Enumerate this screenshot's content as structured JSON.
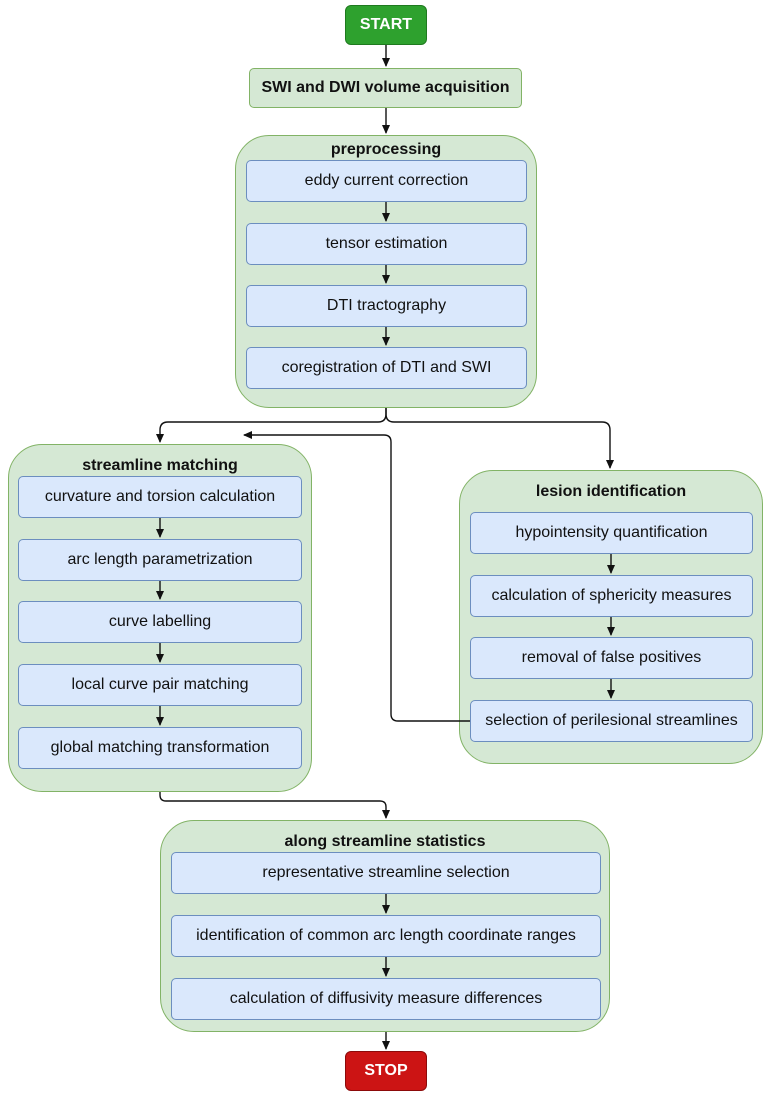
{
  "start_label": "START",
  "acquisition_label": "SWI and DWI volume acquisition",
  "preprocessing": {
    "title": "preprocessing",
    "steps": [
      "eddy current correction",
      "tensor estimation",
      "DTI tractography",
      "coregistration of DTI and SWI"
    ]
  },
  "streamline_matching": {
    "title": "streamline matching",
    "steps": [
      "curvature and torsion calculation",
      "arc length parametrization",
      "curve labelling",
      "local curve pair matching",
      "global matching transformation"
    ]
  },
  "lesion_identification": {
    "title": "lesion identification",
    "steps": [
      "hypointensity quantification",
      "calculation of sphericity measures",
      "removal of false positives",
      "selection of perilesional streamlines"
    ]
  },
  "statistics": {
    "title": "along streamline statistics",
    "steps": [
      "representative streamline selection",
      "identification of common arc length coordinate ranges",
      "calculation of diffusivity measure differences"
    ]
  },
  "stop_label": "STOP",
  "colors": {
    "step_fill": "#dae8fc",
    "step_border": "#6c8ebf",
    "group_fill": "#d5e8d4",
    "group_border": "#82b366",
    "start_fill": "#2ea12e",
    "stop_fill": "#cc1414",
    "arrow": "#111111"
  }
}
